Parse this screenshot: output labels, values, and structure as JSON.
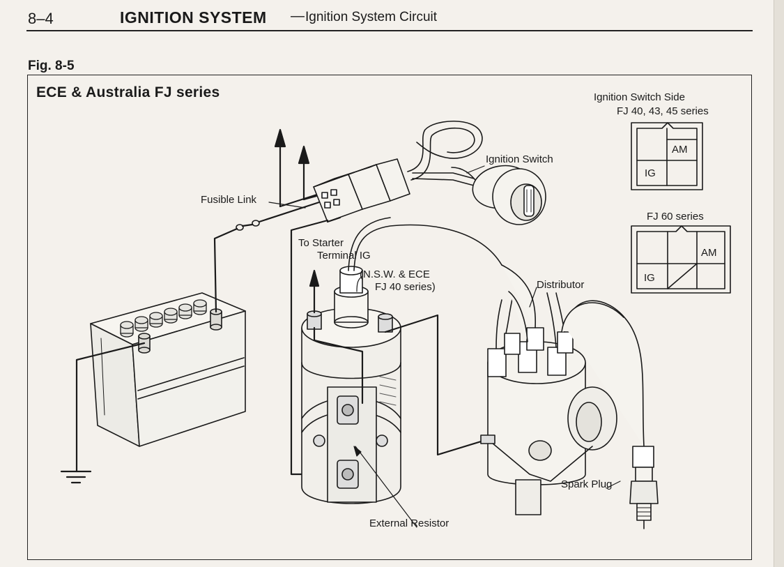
{
  "header": {
    "page_number": "8–4",
    "chapter_title": "IGNITION SYSTEM",
    "separator": "—",
    "section_title": "Ignition System Circuit"
  },
  "figure": {
    "number": "Fig. 8-5",
    "series_title": "ECE & Australia FJ series",
    "labels": {
      "fusible_link": "Fusible Link",
      "ignition_switch": "Ignition Switch",
      "to_starter_line1": "To Starter",
      "to_starter_line2": "Terminal IG",
      "nsw_line1": "(N.S.W. & ECE",
      "nsw_line2": "FJ 40 series)",
      "distributor": "Distributor",
      "spark_plug": "Spark Plug",
      "external_resistor": "External Resistor"
    },
    "switch_side": {
      "heading_line1": "Ignition Switch Side",
      "heading_line2": "FJ 40, 43, 45 series",
      "am": "AM",
      "ig": "IG"
    },
    "fj60": {
      "heading": "FJ 60 series",
      "am": "AM",
      "ig": "IG"
    }
  }
}
